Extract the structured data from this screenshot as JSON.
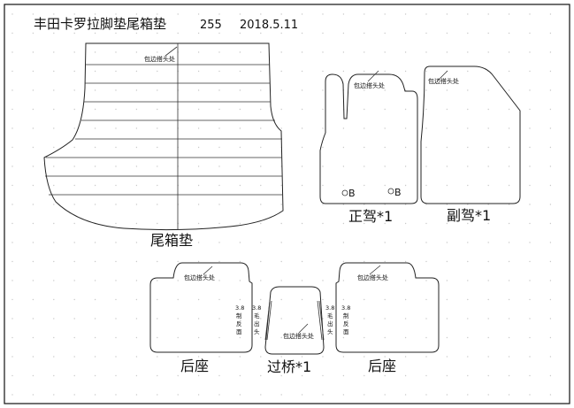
{
  "header": {
    "title": "丰田卡罗拉脚垫尾箱垫",
    "code": "255",
    "date": "2018.5.11"
  },
  "pieces": {
    "trunk": {
      "label": "尾箱垫",
      "note": "包边搭头处"
    },
    "driver": {
      "label": "正驾*1",
      "note": "包边搭头处",
      "clip_a": "B",
      "clip_b": "B"
    },
    "passenger": {
      "label": "副驾*1",
      "note": "包边搭头处"
    },
    "rear_left": {
      "label": "后座",
      "note": "包边搭头处",
      "side_mark": [
        "3.8",
        "制",
        "反",
        "面"
      ]
    },
    "bridge": {
      "label": "过桥*1",
      "note": "包边搭头处",
      "left_mark": [
        "3.8",
        "毛",
        "出",
        "头"
      ],
      "right_mark": [
        "3.8",
        "毛",
        "出",
        "头"
      ]
    },
    "rear_right": {
      "label": "后座",
      "note": "包边搭头处",
      "side_mark": [
        "3.8",
        "制",
        "反",
        "面"
      ]
    }
  }
}
